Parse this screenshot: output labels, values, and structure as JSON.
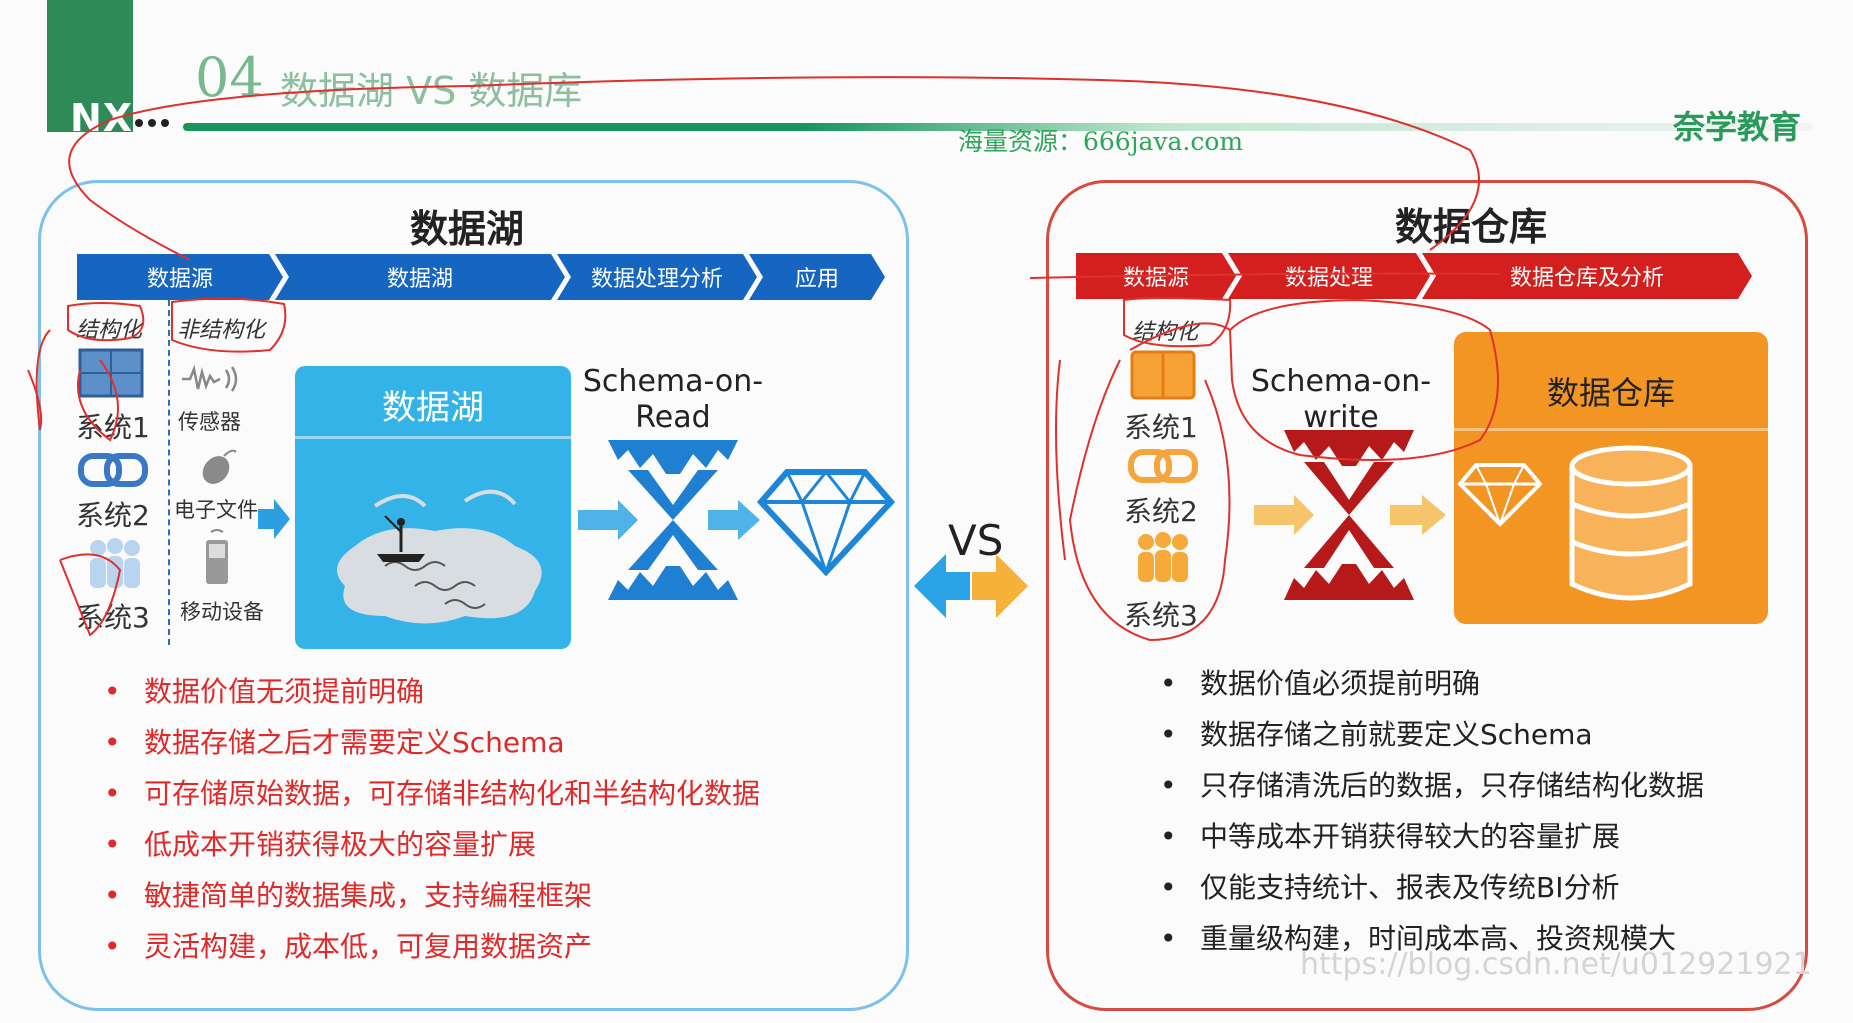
{
  "header": {
    "slide_number": "04",
    "title": "数据湖 VS 数据库",
    "logo": "NX",
    "brand": "奈学教育",
    "watermark": "海量资源：666java.com"
  },
  "left": {
    "title": "数据湖",
    "stages": [
      "数据源",
      "数据湖",
      "数据处理分析",
      "应用"
    ],
    "structured_label": "结构化",
    "unstructured_label": "非结构化",
    "systems": [
      "系统1",
      "系统2",
      "系统3"
    ],
    "unstructured_sources": [
      "传感器",
      "电子文件",
      "移动设备"
    ],
    "lake_label": "数据湖",
    "schema_label_line1": "Schema-on-",
    "schema_label_line2": "Read",
    "bullets": [
      "数据价值无须提前明确",
      "数据存储之后才需要定义Schema",
      "可存储原始数据，可存储非结构化和半结构化数据",
      "低成本开销获得极大的容量扩展",
      "敏捷简单的数据集成，支持编程框架",
      "灵活构建，成本低，可复用数据资产"
    ]
  },
  "vs_label": "VS",
  "right": {
    "title": "数据仓库",
    "stages": [
      "数据源",
      "数据处理",
      "数据仓库及分析"
    ],
    "structured_label": "结构化",
    "systems": [
      "系统1",
      "系统2",
      "系统3"
    ],
    "schema_label_line1": "Schema-on-",
    "schema_label_line2": "write",
    "warehouse_label": "数据仓库",
    "bullets": [
      "数据价值必须提前明确",
      "数据存储之前就要定义Schema",
      "只存储清洗后的数据，只存储结构化数据",
      "中等成本开销获得较大的容量扩展",
      "仅能支持统计、报表及传统BI分析",
      "重量级构建，时间成本高、投资规模大"
    ]
  },
  "footer_watermark": "https://blog.csdn.net/u012921921",
  "colors": {
    "brand_green": "#2e8b57",
    "lake_blue": "#33b3e8",
    "stage_blue": "#1665c0",
    "stage_red": "#d3201f",
    "warehouse_orange": "#f39523",
    "annotation_red": "#e02a2a"
  }
}
